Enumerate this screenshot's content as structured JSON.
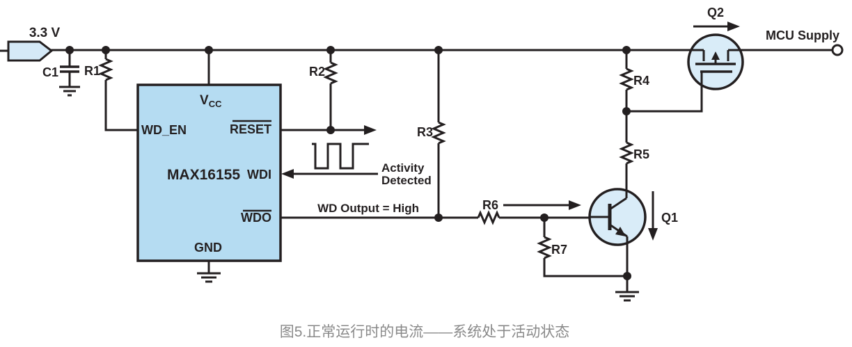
{
  "colors": {
    "line": "#231f20",
    "ic_fill": "#b5dcf2",
    "device_fill": "#d9ecf8",
    "tag_fill": "#d5e9f7",
    "caption": "#8a8a8a",
    "background": "#ffffff"
  },
  "supply_tag": {
    "label": "3.3 V"
  },
  "mcu_output": {
    "label": "MCU Supply"
  },
  "ic": {
    "part_number": "MAX16155",
    "pins": {
      "vcc_main": "V",
      "vcc_sub": "CC",
      "wd_en": "WD_EN",
      "reset": "RESET",
      "wdi": "WDI",
      "wdo": "WDO",
      "gnd": "GND"
    }
  },
  "capacitor": {
    "c1": "C1"
  },
  "resistors": {
    "r1": "R1",
    "r2": "R2",
    "r3": "R3",
    "r4": "R4",
    "r5": "R5",
    "r6": "R6",
    "r7": "R7"
  },
  "transistors": {
    "q1": "Q1",
    "q2": "Q2"
  },
  "annotations": {
    "activity_line1": "Activity",
    "activity_line2": "Detected",
    "wd_output": "WD Output = High"
  },
  "caption": "图5.正常运行时的电流——系统处于活动状态"
}
